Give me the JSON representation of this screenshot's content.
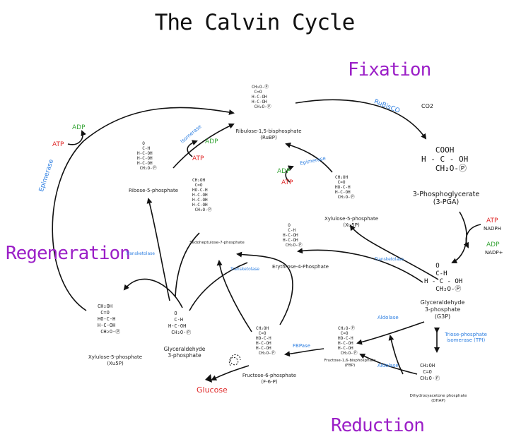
{
  "title": "The Calvin Cycle",
  "phases": {
    "fixation": "Fixation",
    "regeneration": "Regeneration",
    "reduction": "Reduction"
  },
  "colors": {
    "phase": "#9b1fc7",
    "enzyme": "#2a7de1",
    "atp": "#e02a2a",
    "adp": "#3aa63a",
    "glucose": "#e02a2a",
    "arrow": "#111111"
  },
  "molecules": {
    "rubp": {
      "name": "Ribulose-1,5-bisphosphate",
      "abbr": "(RuBP)",
      "structure": "CH₂O-Ⓟ\n C=O\nH-C-OH\nH-C-OH\n CH₂O-Ⓟ"
    },
    "pga": {
      "name": "3-Phosphoglycerate",
      "abbr": "(3-PGA)",
      "structure": "   COOH\nH - C - OH\n   CH₂O-Ⓟ"
    },
    "g3p": {
      "name": "Glyceraldehyde",
      "name2": "3-phosphate",
      "abbr": "(G3P)",
      "structure": "   O\n   C-H\nH - C - OH\n   CH₂O-Ⓟ"
    },
    "dhap": {
      "name": "Dihydroxyacetone phosphate",
      "abbr": "(DHAP)",
      "structure": "CH₂OH\n C=O\nCH₂O-Ⓟ"
    },
    "fbp": {
      "name": "Fructose-1,6-bisphosphate",
      "abbr": "(FBP)",
      "structure": "CH₂O-Ⓟ\n C=O\nHO-C-H\nH-C-OH\nH-C-OH\n CH₂O-Ⓟ"
    },
    "f6p": {
      "name": "Fructose-6-phosphate",
      "abbr": "(F-6-P)",
      "structure": "CH₂OH\n C=O\nHO-C-H\nH-C-OH\nH-C-OH\n CH₂O-Ⓟ"
    },
    "g3p2": {
      "name": "Glyceraldehyde",
      "name2": "3-phosphate",
      "structure": "  O\n  C-H\nH-C-OH\n CH₂O-Ⓟ"
    },
    "xu5p_left": {
      "name": "Xylulose-5-phosphate",
      "abbr": "(Xu5P)",
      "structure": "CH₂OH\n C=O\nHO-C-H\nH-C-OH\n CH₂O-Ⓟ"
    },
    "r5p": {
      "name": "Ribose-5-phosphate",
      "structure": "  O\n  C-H\nH-C-OH\nH-C-OH\nH-C-OH\n CH₂O-Ⓟ"
    },
    "s7p": {
      "name": "Sedoheptulose-7-phosphate",
      "structure": "CH₂OH\n C=O\nHO-C-H\nH-C-OH\nH-C-OH\nH-C-OH\n CH₂O-Ⓟ"
    },
    "e4p": {
      "name": "Erythrose-4-Phosphate",
      "structure": "  O\n  C-H\nH-C-OH\nH-C-OH\n CH₂O-Ⓟ"
    },
    "xu5p_mid": {
      "name": "Xylulose-5-phosphate",
      "abbr": "(Xu5P)",
      "structure": "CH₂OH\n C=O\nHO-C-H\nH-C-OH\n CH₂O-Ⓟ"
    }
  },
  "enzymes": {
    "rubisco": "RuBisCO",
    "epimerase_left": "Epimerase",
    "isomerase": "Isomerase",
    "epimerase_mid": "Epimerase",
    "transketolase_left": "Transketolase",
    "transketolase_mid": "Transketolase",
    "transketolase_right": "Transketolase",
    "aldolase_top": "Aldolase",
    "aldolase_bottom": "Aldolase",
    "fbpase": "FBPase",
    "tpi": "Triose-phosphate isomerase (TPI)"
  },
  "cofactors": {
    "co2": "CO2",
    "atp_red": "ATP",
    "nadph": "NADPH",
    "adp_red": "ADP",
    "nadp": "NADP+",
    "atp_left": "ATP",
    "adp_left": "ADP",
    "atp_iso": "ATP",
    "adp_iso": "ADP",
    "atp_mid": "ATP",
    "adp_mid": "ADP"
  },
  "glucose": "Glucose"
}
